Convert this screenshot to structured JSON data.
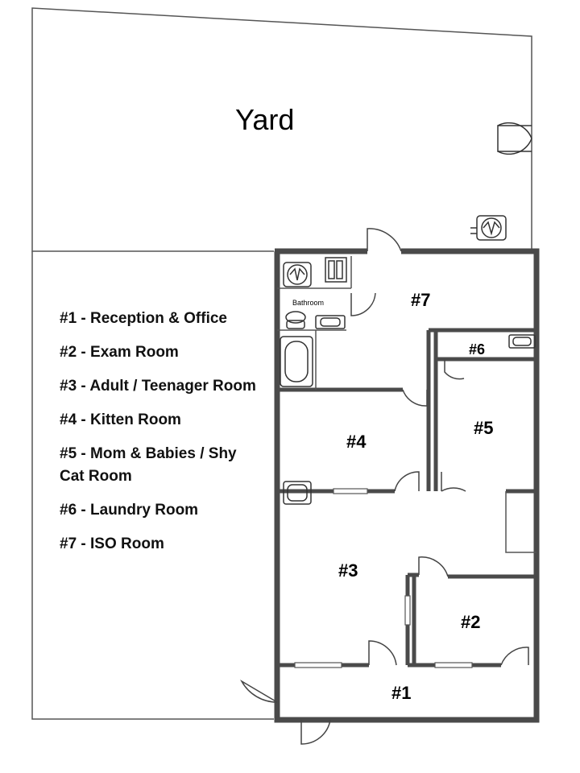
{
  "yard": {
    "label": "Yard"
  },
  "legend": [
    "#1 - Reception & Office",
    "#2 - Exam  Room",
    "#3 - Adult / Teenager Room",
    "#4 - Kitten Room",
    "#5 - Mom & Babies / Shy Cat Room",
    "#6 - Laundry Room",
    "#7 - ISO Room"
  ],
  "rooms": {
    "r1": "#1",
    "r2": "#2",
    "r3": "#3",
    "r4": "#4",
    "r5": "#5",
    "r6": "#6",
    "r7": "#7"
  },
  "bathroom": {
    "label": "Bathroom"
  },
  "icons": [
    "washer-icon",
    "toilet-icon",
    "sink-icon",
    "bathtub-icon",
    "double-door-icon"
  ],
  "colors": {
    "wall": "#4a4a4a",
    "line": "#333333",
    "background": "#ffffff"
  }
}
